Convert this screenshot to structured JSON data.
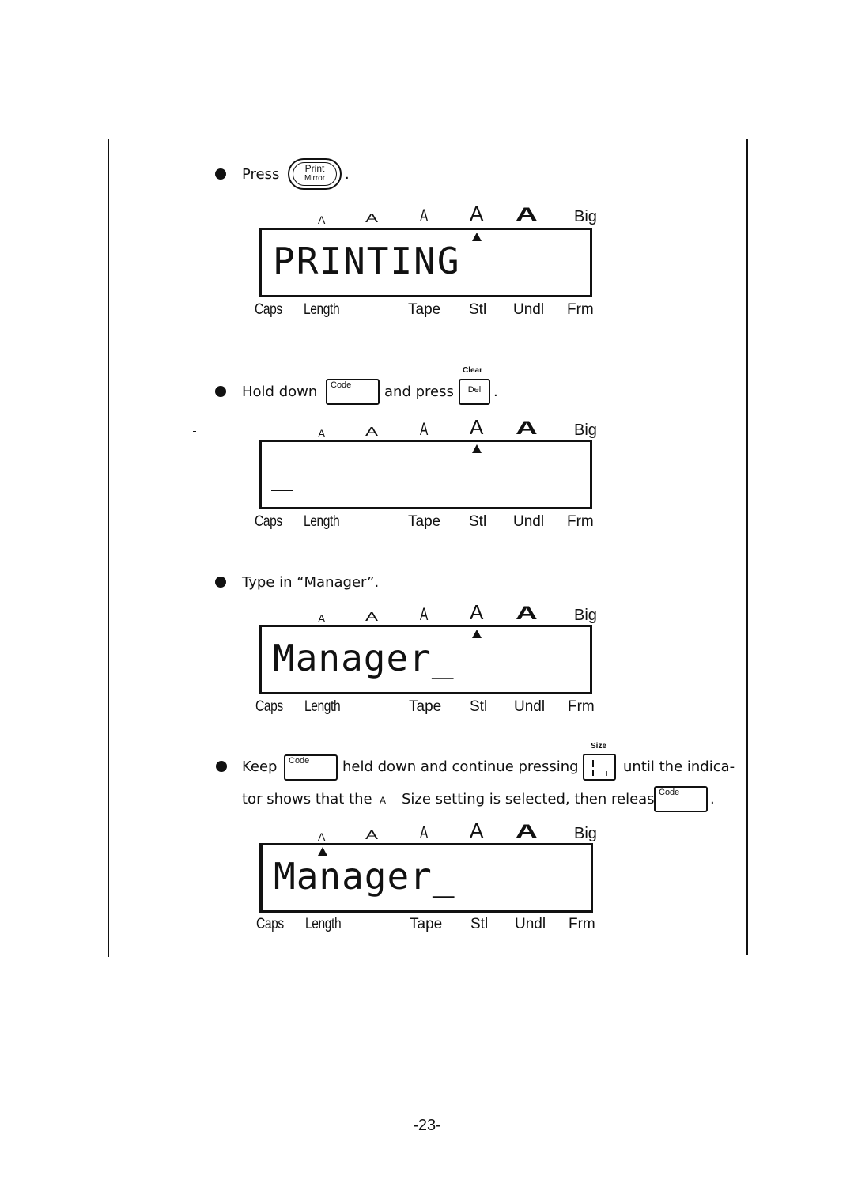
{
  "steps": [
    {
      "prefix": "Press",
      "suffix": ".",
      "key_line1": "Print",
      "key_line2": "Mirror"
    },
    {
      "prefix": "Hold down",
      "middle": "and press",
      "suffix": ".",
      "key1": "Code",
      "key2": "Del",
      "key2_top": "Clear"
    },
    {
      "text": "Type in “Manager”."
    },
    {
      "prefix": "Keep",
      "middle": "held down and continue pressing",
      "tail": "until the indica-",
      "line2_prefix": "tor shows that the",
      "line2_size_glyph": "A",
      "line2_middle": "Size setting is selected, then release",
      "suffix": ".",
      "key1": "Code",
      "key2_top": "Size",
      "key3": "Code"
    }
  ],
  "size_indicators": {
    "s1": "A",
    "s2": "A",
    "s3": "A",
    "s4": "A",
    "s5": "A",
    "big": "Big"
  },
  "bottom_indicators": {
    "caps": "Caps",
    "length": "Length",
    "tape": "Tape",
    "stl": "Stl",
    "undl": "Undl",
    "frm": "Frm"
  },
  "displays": [
    {
      "text": "PRINTING",
      "size_marker": "middle"
    },
    {
      "text": "",
      "size_marker": "middle"
    },
    {
      "text": "Manager_",
      "size_marker": "middle"
    },
    {
      "text": "Manager_",
      "size_marker": "smallest"
    }
  ],
  "page_number": "-23-"
}
